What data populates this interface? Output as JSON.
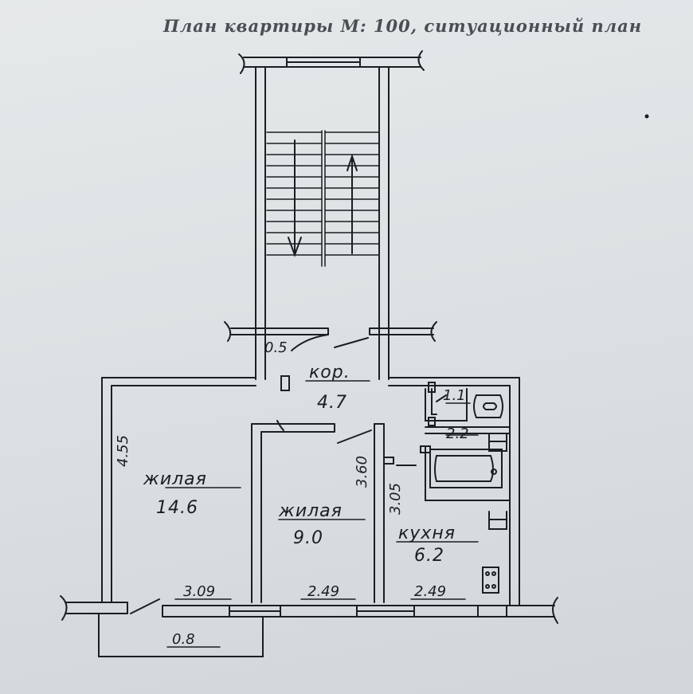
{
  "heading": "План квартиры М: 100, ситуационный план",
  "rooms": {
    "corridor": {
      "name": "кор.",
      "area": "4.7"
    },
    "living_large": {
      "name": "жилая",
      "area": "14.6"
    },
    "living_small": {
      "name": "жилая",
      "area": "9.0"
    },
    "kitchen": {
      "name": "кухня",
      "area": "6.2"
    }
  },
  "dimensions": {
    "d_0_5": "0.5",
    "d_4_55": "4.55",
    "d_3_60": "3.60",
    "d_3_05": "3.05",
    "d_1_1": "1.1",
    "d_2_2": "2.2",
    "d_3_09": "3.09",
    "d_2_49_a": "2.49",
    "d_2_49_b": "2.49",
    "d_0_8": "0.8"
  },
  "colors": {
    "ink": "#1b1e22",
    "paper": "#e1e4e6",
    "faint": "#6c7278"
  }
}
